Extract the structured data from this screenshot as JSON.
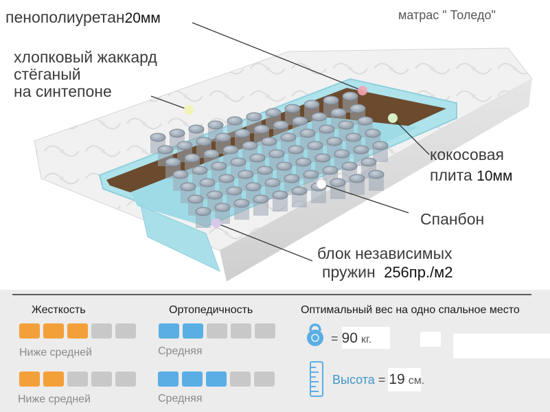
{
  "layers": {
    "foam_label": "пенополиуретан",
    "foam_value": "20мм",
    "jacquard_line1": "хлопковый жаккард",
    "jacquard_line2": "стёганый",
    "jacquard_line3": "на синтепоне",
    "coconut_line1": "кокосовая",
    "coconut_line2": "плита",
    "coconut_value": "10мм",
    "spunbond": "Спанбон",
    "springs_line1": "блок независимых",
    "springs_line2": "пружин",
    "springs_value": "256пр./м2"
  },
  "model_title": "матрас \" Толедо\"",
  "ratings": {
    "stiffness_title": "Жесткость",
    "orthopedic_title": "Ортопедичность",
    "rows": [
      {
        "stiffness_level": 3,
        "stiffness_label": "Ниже средней",
        "orthopedic_level": 2,
        "orthopedic_label": "Средняя"
      },
      {
        "stiffness_level": 2,
        "stiffness_label": "Ниже средней",
        "orthopedic_level": 3,
        "orthopedic_label": "Средняя"
      }
    ],
    "scale_max": 5
  },
  "specs": {
    "title": "Оптимальный вес на одно спальное место",
    "weight_prefix": "=",
    "weight_value": "90",
    "weight_unit": "кг.",
    "height_label": "Высота",
    "height_eq": "=",
    "height_value": "19",
    "height_unit": "см."
  },
  "icons": [
    "kettlebell-icon",
    "ruler-icon"
  ],
  "colors": {
    "stiffness": "#f4a03a",
    "orthopedic": "#5aaee3",
    "empty": "#c8c8c8",
    "foam": "#aee3ec",
    "coconut": "#6b4a2e"
  }
}
